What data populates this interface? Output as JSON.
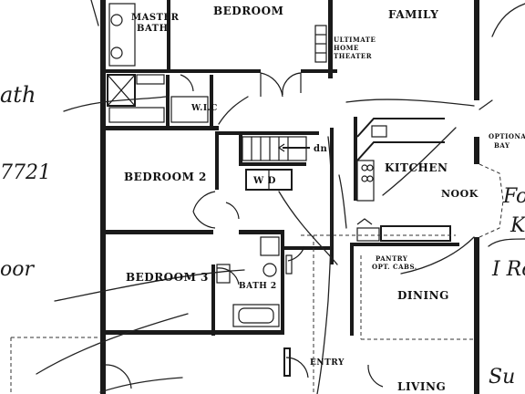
{
  "rooms": {
    "master_bath_line1": "MASTER",
    "master_bath_line2": "BATH",
    "bedroom": "BEDROOM",
    "family": "FAMILY",
    "theater_line1": "ULTIMATE",
    "theater_line2": "HOME",
    "theater_line3": "THEATER",
    "wic": "W.I.C",
    "down": "dn",
    "bedroom2": "BEDROOM 2",
    "washer_dryer": "W  D",
    "kitchen": "KITCHEN",
    "optional_bay_line1": "OPTIONAL",
    "optional_bay_line2": "BAY",
    "nook": "NOOK",
    "bedroom3": "BEDROOM 3",
    "bath2": "BATH 2",
    "pantry_line1": "PANTRY",
    "pantry_line2": "OPT. CABS.",
    "dining": "DINING",
    "entry": "ENTRY",
    "living": "LIVING"
  },
  "handwriting": {
    "left_top": "ath",
    "left_number": "7721",
    "left_bottom": "oor",
    "right_f": "Fo",
    "right_k": "K",
    "right_ro": "I Ro",
    "right_su": "Su"
  }
}
